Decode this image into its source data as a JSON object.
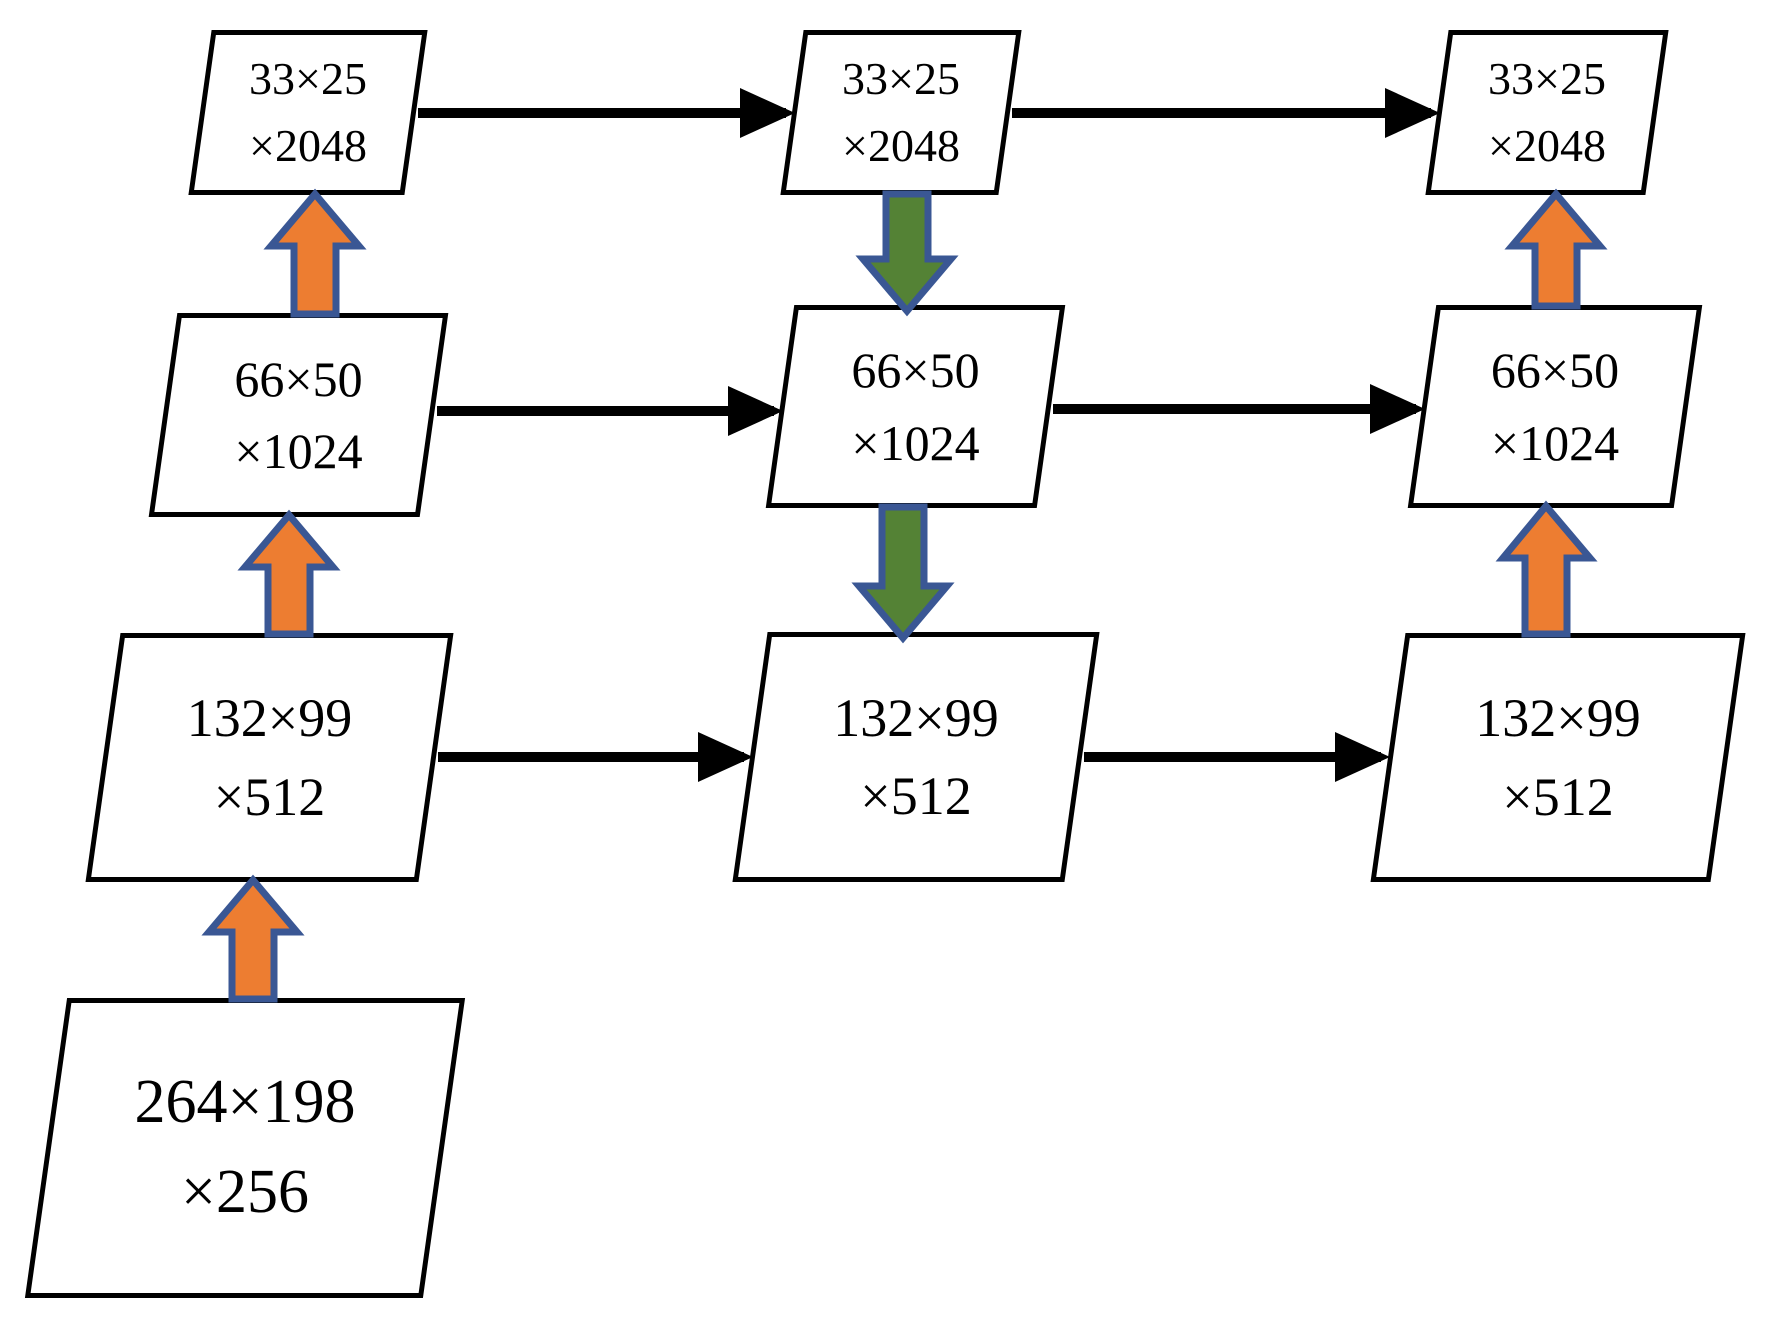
{
  "figure": {
    "background_color": "#FFFFFF",
    "boxes": [
      {
        "id": "row1-col1",
        "line1": "33×25",
        "line2": "×2048"
      },
      {
        "id": "row1-col2",
        "line1": "33×25",
        "line2": "×2048"
      },
      {
        "id": "row1-col3",
        "line1": "33×25",
        "line2": "×2048"
      },
      {
        "id": "row2-col1",
        "line1": "66×50",
        "line2": "×1024"
      },
      {
        "id": "row2-col2",
        "line1": "66×50",
        "line2": "×1024"
      },
      {
        "id": "row2-col3",
        "line1": "66×50",
        "line2": "×1024"
      },
      {
        "id": "row3-col1",
        "line1": "132×99",
        "line2": "×512"
      },
      {
        "id": "row3-col2",
        "line1": "132×99",
        "line2": "×512"
      },
      {
        "id": "row3-col3",
        "line1": "132×99",
        "line2": "×512"
      },
      {
        "id": "row4-col1",
        "line1": "264×198",
        "line2": "×256"
      }
    ],
    "colors": {
      "box_border": "#000000",
      "box_fill": "#FFFFFF",
      "label_text": "#000000",
      "flow_arrow": "#000000",
      "up_arrow_fill": "#ED7D31",
      "down_arrow_fill": "#548235",
      "block_arrow_outline": "#3A5794"
    },
    "connections": {
      "horizontal_flow_arrows": 6,
      "orange_up_arrows": 5,
      "green_down_arrows": 2
    }
  }
}
